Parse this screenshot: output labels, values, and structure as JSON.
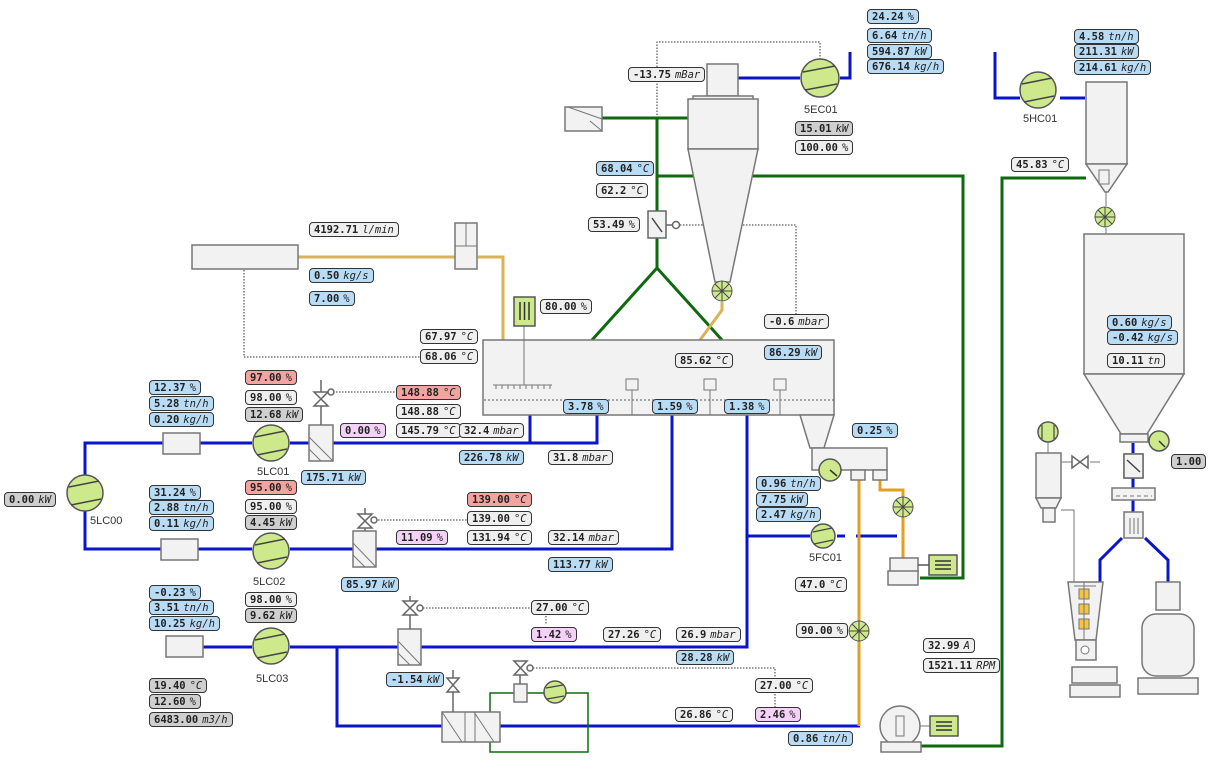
{
  "colors": {
    "water_line": "#0a14c8",
    "air_line": "#0f6a0f",
    "product_line": "#d9b357",
    "product_line_orange": "#e0a020",
    "equipment_fill": "#f2f2f2",
    "equipment_stroke": "#777777",
    "pump_fill": "#cde98c",
    "tag_measured": "#b8dcf6",
    "tag_alarm": "#f3a4a0",
    "tag_setpoint": "#f4d2f7",
    "tag_static": "#efefef",
    "tag_grey": "#cfcfcf"
  },
  "equipment": {
    "fan_5EC01": "5EC01",
    "fan_5HC01": "5HC01",
    "pump_5LC00": "5LC00",
    "pump_5LC01": "5LC01",
    "pump_5LC02": "5LC02",
    "pump_5LC03": "5LC03",
    "pump_5FC01": "5FC01"
  },
  "exhaust_fan": {
    "pressure": {
      "value": "-13.75",
      "unit": "mBar"
    },
    "out_pct": {
      "value": "24.24",
      "unit": "%"
    },
    "out_flow": {
      "value": "6.64",
      "unit": "tn/h"
    },
    "out_power": {
      "value": "594.87",
      "unit": "kW"
    },
    "out_mass": {
      "value": "676.14",
      "unit": "kg/h"
    },
    "motor_power": {
      "value": "15.01",
      "unit": "kW"
    },
    "speed_pct": {
      "value": "100.00",
      "unit": "%"
    }
  },
  "heater_5HC01": {
    "flow": {
      "value": "4.58",
      "unit": "tn/h"
    },
    "power": {
      "value": "211.31",
      "unit": "kW"
    },
    "mass": {
      "value": "214.61",
      "unit": "kg/h"
    },
    "temp": {
      "value": "45.83",
      "unit": "°C"
    }
  },
  "silo": {
    "in_rate": {
      "value": "0.60",
      "unit": "kg/s"
    },
    "out_rate": {
      "value": "-0.42",
      "unit": "kg/s"
    },
    "weight": {
      "value": "10.11",
      "unit": "tn"
    },
    "feeder_value": {
      "value": "1.00",
      "unit": ""
    }
  },
  "cyclone": {
    "temp_in": {
      "value": "68.04",
      "unit": "°C"
    },
    "temp_2": {
      "value": "62.2",
      "unit": "°C"
    },
    "damper_pct": {
      "value": "53.49",
      "unit": "%"
    },
    "pressure": {
      "value": "-0.6",
      "unit": "mbar"
    },
    "power": {
      "value": "86.29",
      "unit": "kW"
    }
  },
  "feed": {
    "air_flow": {
      "value": "4192.71",
      "unit": "l/min"
    },
    "mass_rate": {
      "value": "0.50",
      "unit": "kg/s"
    },
    "pct": {
      "value": "7.00",
      "unit": "%"
    },
    "agitator_pct": {
      "value": "80.00",
      "unit": "%"
    },
    "temp_a": {
      "value": "67.97",
      "unit": "°C"
    },
    "temp_b": {
      "value": "68.06",
      "unit": "°C"
    }
  },
  "dryer": {
    "bed_temp": {
      "value": "85.62",
      "unit": "°C"
    },
    "zone1_pct": {
      "value": "3.78",
      "unit": "%"
    },
    "zone2_pct": {
      "value": "1.59",
      "unit": "%"
    },
    "zone3_pct": {
      "value": "1.38",
      "unit": "%"
    },
    "outlet_pct": {
      "value": "0.25",
      "unit": "%"
    }
  },
  "line1": {
    "inlet_pct": {
      "value": "12.37",
      "unit": "%"
    },
    "inlet_flow": {
      "value": "5.28",
      "unit": "tn/h"
    },
    "inlet_mass": {
      "value": "0.20",
      "unit": "kg/h"
    },
    "pump_sp": {
      "value": "97.00",
      "unit": "%"
    },
    "pump_pv": {
      "value": "98.00",
      "unit": "%"
    },
    "pump_power": {
      "value": "12.68",
      "unit": "kW"
    },
    "valve_pct": {
      "value": "0.00",
      "unit": "%"
    },
    "heater_power": {
      "value": "175.71",
      "unit": "kW"
    },
    "temp_sp": {
      "value": "148.88",
      "unit": "°C"
    },
    "temp_pv": {
      "value": "148.88",
      "unit": "°C"
    },
    "temp_out": {
      "value": "145.79",
      "unit": "°C"
    },
    "pressure_a": {
      "value": "32.4",
      "unit": "mbar"
    },
    "power_out": {
      "value": "226.78",
      "unit": "kW"
    },
    "pressure_b": {
      "value": "31.8",
      "unit": "mbar"
    }
  },
  "pump_5LC00_power": {
    "value": "0.00",
    "unit": "kW"
  },
  "line2": {
    "inlet_pct": {
      "value": "31.24",
      "unit": "%"
    },
    "inlet_flow": {
      "value": "2.88",
      "unit": "tn/h"
    },
    "inlet_mass": {
      "value": "0.11",
      "unit": "kg/h"
    },
    "pump_sp": {
      "value": "95.00",
      "unit": "%"
    },
    "pump_pv": {
      "value": "95.00",
      "unit": "%"
    },
    "pump_power": {
      "value": "4.45",
      "unit": "kW"
    },
    "valve_pct": {
      "value": "11.09",
      "unit": "%"
    },
    "heater_power": {
      "value": "85.97",
      "unit": "kW"
    },
    "temp_sp": {
      "value": "139.00",
      "unit": "°C"
    },
    "temp_pv": {
      "value": "139.00",
      "unit": "°C"
    },
    "temp_out": {
      "value": "131.94",
      "unit": "°C"
    },
    "pressure": {
      "value": "32.14",
      "unit": "mbar"
    },
    "power_out": {
      "value": "113.77",
      "unit": "kW"
    }
  },
  "line3": {
    "inlet_pct": {
      "value": "-0.23",
      "unit": "%"
    },
    "inlet_flow": {
      "value": "3.51",
      "unit": "tn/h"
    },
    "inlet_mass": {
      "value": "10.25",
      "unit": "kg/h"
    },
    "pump_pv": {
      "value": "98.00",
      "unit": "%"
    },
    "pump_power": {
      "value": "9.62",
      "unit": "kW"
    },
    "ambient_temp": {
      "value": "19.40",
      "unit": "°C"
    },
    "ambient_hum": {
      "value": "12.60",
      "unit": "%"
    },
    "ambient_flow": {
      "value": "6483.00",
      "unit": "m3/h"
    },
    "cooler_power": {
      "value": "-1.54",
      "unit": "kW"
    },
    "temp_sp": {
      "value": "27.00",
      "unit": "°C"
    },
    "valve_pct": {
      "value": "1.42",
      "unit": "%"
    },
    "temp_pv": {
      "value": "27.26",
      "unit": "°C"
    },
    "pressure": {
      "value": "26.9",
      "unit": "mbar"
    },
    "power_out": {
      "value": "28.28",
      "unit": "kW"
    }
  },
  "cooler_loop": {
    "temp_sp": {
      "value": "27.00",
      "unit": "°C"
    },
    "valve_pct": {
      "value": "2.46",
      "unit": "%"
    },
    "temp_pv": {
      "value": "26.86",
      "unit": "°C"
    }
  },
  "fines": {
    "flow": {
      "value": "0.96",
      "unit": "tn/h"
    },
    "power": {
      "value": "7.75",
      "unit": "kW"
    },
    "mass": {
      "value": "2.47",
      "unit": "kg/h"
    },
    "temp": {
      "value": "47.0",
      "unit": "°C"
    },
    "rotary_pct": {
      "value": "90.00",
      "unit": "%"
    },
    "product_flow": {
      "value": "0.86",
      "unit": "tn/h"
    }
  },
  "mill": {
    "current": {
      "value": "32.99",
      "unit": "A"
    },
    "speed": {
      "value": "1521.11",
      "unit": "RPM"
    }
  }
}
